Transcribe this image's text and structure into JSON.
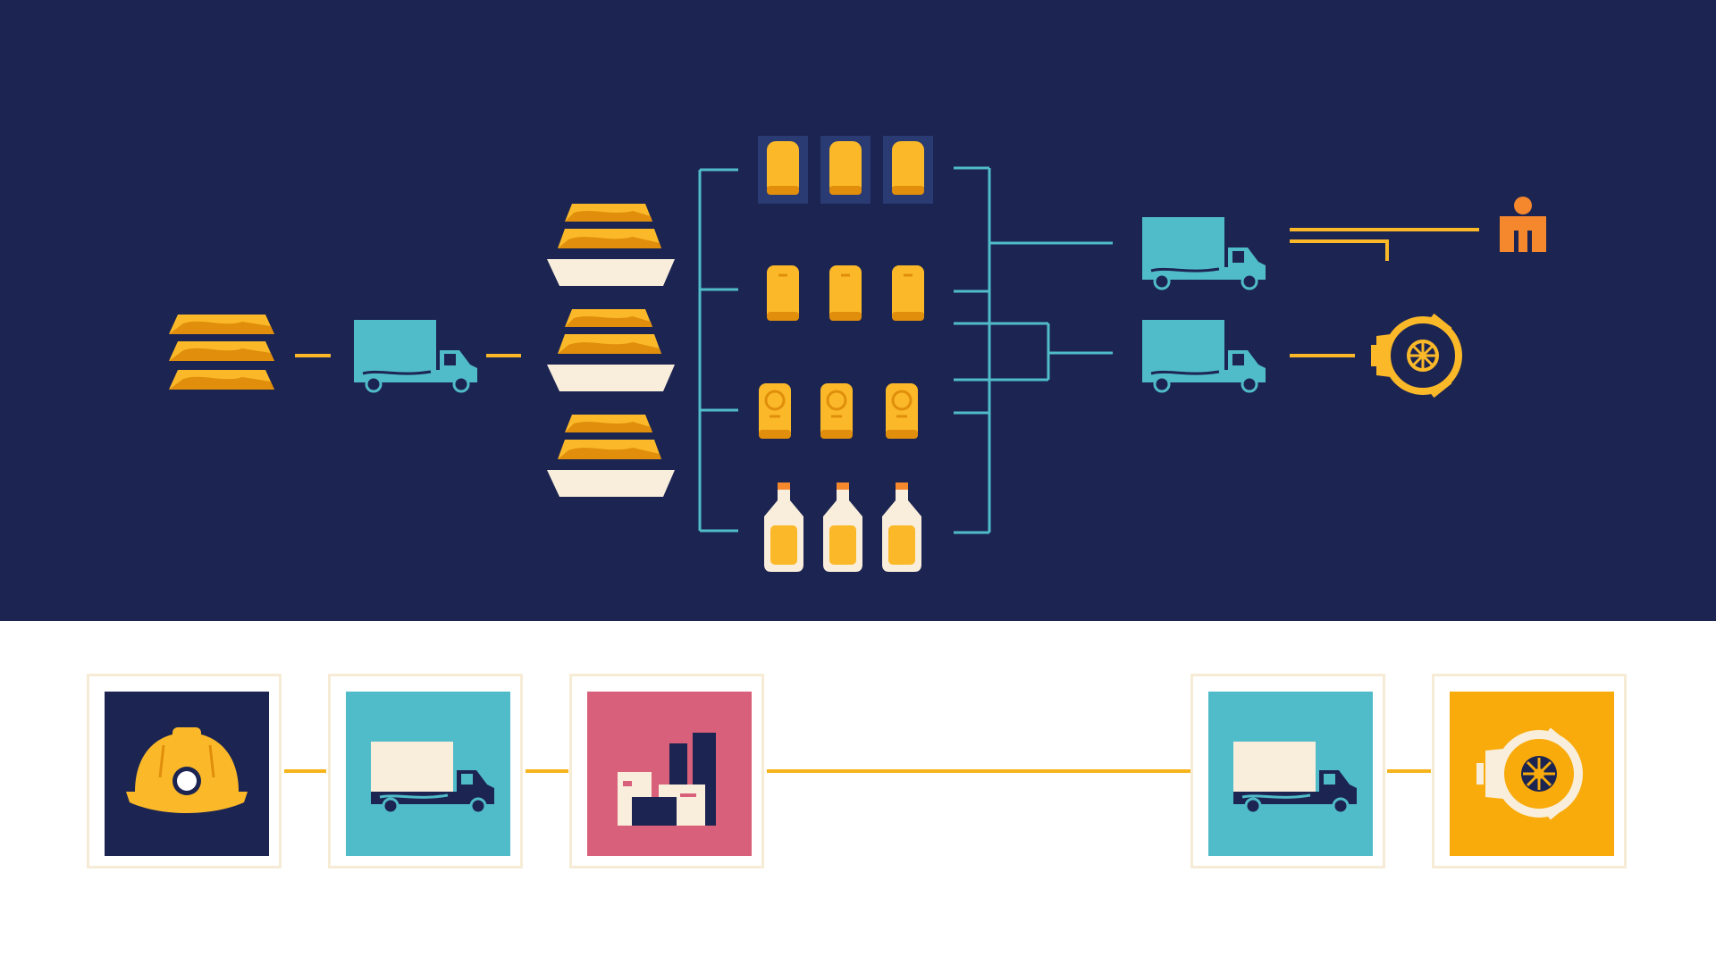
{
  "colors": {
    "navy": "#1c2452",
    "gold": "#fbb929",
    "gold_dark": "#e08e0b",
    "teal": "#50bcc9",
    "cream": "#f9eedb",
    "pink": "#d9607a",
    "orange": "#f5872c",
    "amber": "#f8ab0b",
    "white": "#ffffff"
  },
  "flow": {
    "stages": [
      {
        "name": "raw-gold-bars",
        "icon": "gold-bars-stack-icon"
      },
      {
        "name": "transport",
        "icon": "truck-icon"
      },
      {
        "name": "refinery-trays",
        "icon": "gold-tray-icon"
      },
      {
        "name": "products",
        "icon": "product-grid-icon"
      },
      {
        "name": "distribution",
        "icon": "truck-icon"
      },
      {
        "name": "buyer",
        "icon": "person-icon"
      },
      {
        "name": "vault",
        "icon": "vault-icon"
      }
    ],
    "product_rows": [
      {
        "name": "minted-bars",
        "icon": "minted-bar-icon",
        "count": 3
      },
      {
        "name": "cast-bars",
        "icon": "cast-bar-icon",
        "count": 3
      },
      {
        "name": "coin-bars",
        "icon": "coin-bar-icon",
        "count": 3
      },
      {
        "name": "liquid-bottles",
        "icon": "bottle-icon",
        "count": 3
      }
    ]
  },
  "steps": [
    {
      "name": "mining",
      "icon": "hard-hat-icon",
      "tile_color": "#1c2452"
    },
    {
      "name": "shipping",
      "icon": "truck-icon",
      "tile_color": "#50bcc9"
    },
    {
      "name": "manufacturing",
      "icon": "factory-boxes-icon",
      "tile_color": "#d9607a"
    },
    {
      "name": "delivery",
      "icon": "truck-icon",
      "tile_color": "#50bcc9"
    },
    {
      "name": "storage",
      "icon": "vault-icon",
      "tile_color": "#f8ab0b"
    }
  ]
}
